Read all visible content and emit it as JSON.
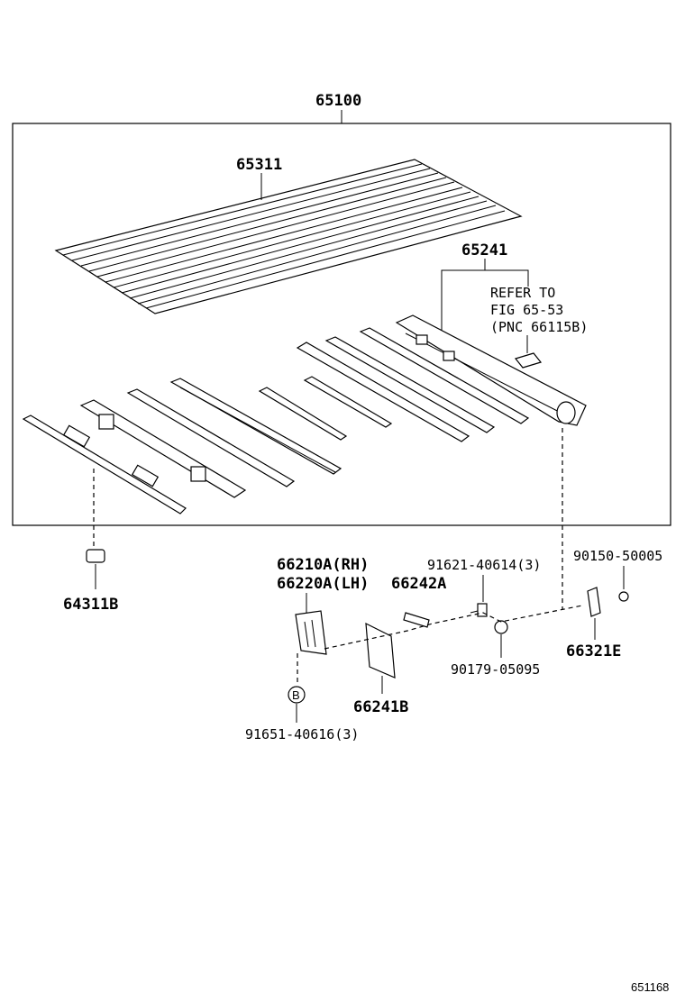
{
  "labels": {
    "assembly": "65100",
    "floor_panel": "65311",
    "sill": "65241",
    "refer_line1": "REFER TO",
    "refer_line2": "FIG 65-53",
    "refer_line3": "(PNC 66115B)",
    "p64311b": "64311B",
    "p66210a": "66210A(RH)",
    "p66220a": "66220A(LH)",
    "p66242a": "66242A",
    "p91621": "91621-40614(3)",
    "p90150": "90150-50005",
    "p90179": "90179-05095",
    "p66321e": "66321E",
    "p66241b": "66241B",
    "circle_b": "B",
    "p91651": "91651-40616(3)",
    "figure_id": "651168"
  }
}
